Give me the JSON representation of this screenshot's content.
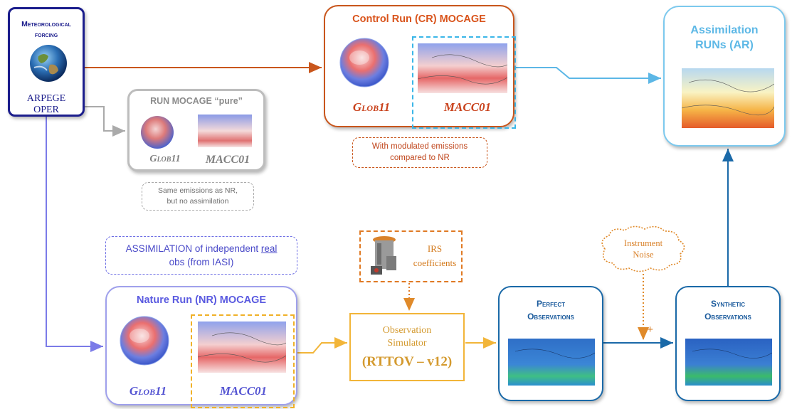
{
  "meteorological": {
    "title_line1": "Meteorological",
    "title_line2": "forcing",
    "sub_line1": "ARPEGE",
    "sub_line2": "OPER"
  },
  "control_run": {
    "title": "Control Run (CR) MOCAGE",
    "glob_label": "Glob11",
    "macc_label": "MACC01"
  },
  "run_pure": {
    "title": "RUN MOCAGE “pure”",
    "glob_label": "Glob11",
    "macc_label": "MACC01"
  },
  "assimilation_runs": {
    "title_line1": "Assimilation",
    "title_line2": "RUNs (AR)"
  },
  "nature_run": {
    "title": "Nature Run (NR) MOCAGE",
    "glob_label": "Glob11",
    "macc_label": "MACC01"
  },
  "notes": {
    "modulated_line1": "With modulated emissions",
    "modulated_line2": "compared to NR",
    "same_line1": "Same emissions as NR,",
    "same_line2": "but no assimilation",
    "assim_prefix": "ASSIMILATION of independent ",
    "assim_real": "real",
    "assim_line2": "obs  (from IASI)"
  },
  "irs": {
    "line1": "IRS",
    "line2": "coefficients"
  },
  "simulator": {
    "line1": "Observation",
    "line2": "Simulator",
    "line3": "(RTTOV – v12)"
  },
  "perfect_obs": {
    "title_line1": "Perfect",
    "title_line2": "Observations"
  },
  "synthetic_obs": {
    "title_line1": "Synthetic",
    "title_line2": "Observations"
  },
  "noise": {
    "line1": "Instrument",
    "line2": "Noise",
    "plus": "+"
  },
  "colors": {
    "met_blue": "#1b1d8c",
    "cr_orange": "#c9561c",
    "pure_gray": "#bdbdbd",
    "ar_light_blue": "#7cc9ee",
    "nr_purple": "#9fa0ec",
    "sim_yellow": "#f2b539",
    "obs_blue": "#1a69a8"
  }
}
